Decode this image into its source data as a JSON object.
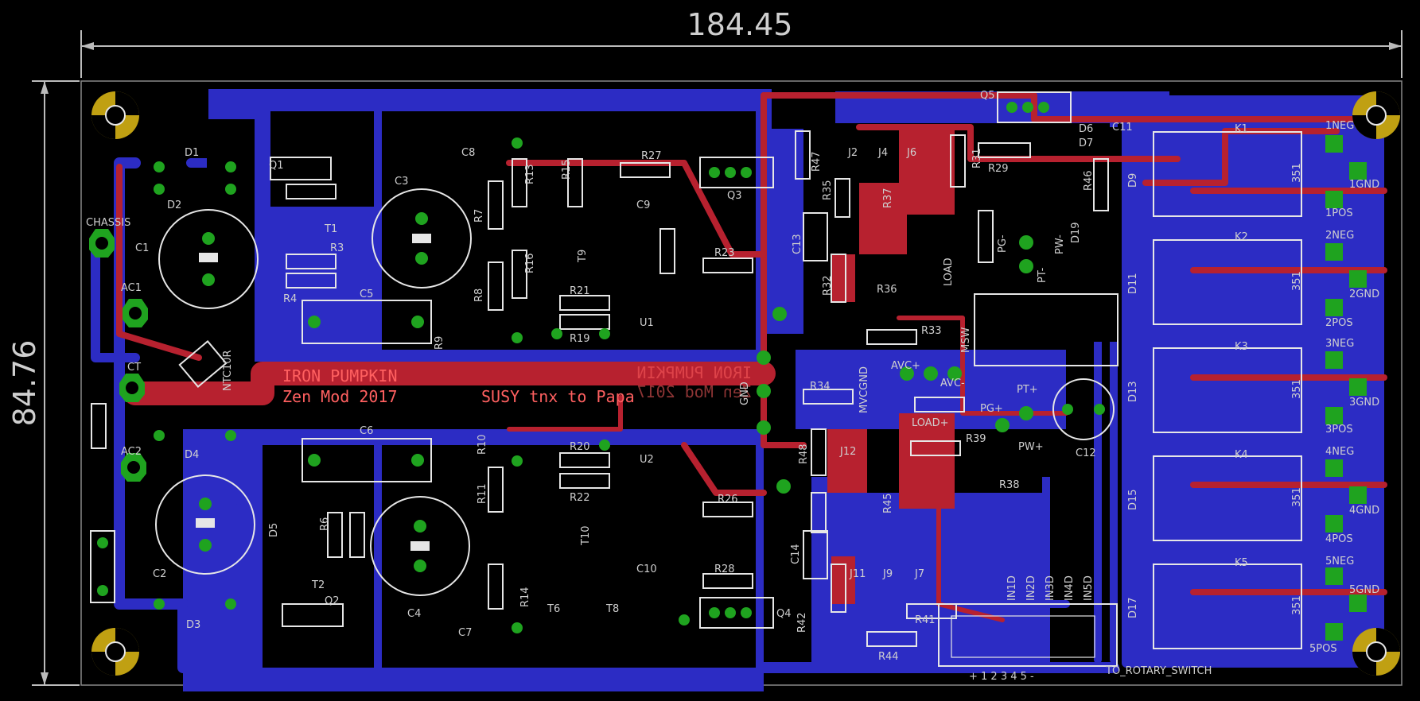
{
  "board": {
    "width_dim": "184.45",
    "height_dim": "84.76",
    "title": "IRON PUMPKIN",
    "subtitle": "Zen Mod 2017",
    "credit": "SUSY tnx to Papa",
    "mirror_title": "IRON PUMPKIN",
    "mirror_subtitle": "Zen Mod 2017",
    "rotary": "TO_ROTARY_SWITCH",
    "rotary_pins": "+ 1 2 3 4 5 -"
  },
  "colors": {
    "background": "#000000",
    "bottom_copper": "#2c2cc4",
    "top_copper": "#b7212f",
    "pad": "#1fa31f",
    "mounting": "#c0a012",
    "silkscreen": "#e6e6e6"
  },
  "labels": {
    "chassis": "CHASSIS",
    "ac1": "AC1",
    "ac2": "AC2",
    "ct": "CT",
    "ntc": "NTC10R",
    "c1": "C1",
    "c2": "C2",
    "c3": "C3",
    "c4": "C4",
    "c5": "C5",
    "c6": "C6",
    "c7": "C7",
    "c8": "C8",
    "c9": "C9",
    "c10": "C10",
    "c11": "C11",
    "c12": "C12",
    "c13": "C13",
    "c14": "C14",
    "d1": "D1",
    "d2": "D2",
    "d3": "D3",
    "d4": "D4",
    "d5": "D5",
    "d6": "D6",
    "d7": "D7",
    "d9": "D9",
    "d11": "D11",
    "d13": "D13",
    "d15": "D15",
    "d17": "D17",
    "d19": "D19",
    "r3": "R3",
    "r4": "R4",
    "r6": "R6",
    "r7": "R7",
    "r8": "R8",
    "r9": "R9",
    "r10": "R10",
    "r11": "R11",
    "r13": "R13",
    "r14": "R14",
    "r15": "R15",
    "r16": "R16",
    "r19": "R19",
    "r20": "R20",
    "r21": "R21",
    "r22": "R22",
    "r23": "R23",
    "r26": "R26",
    "r27": "R27",
    "r28": "R28",
    "r29": "R29",
    "r31": "R31",
    "r32": "R32",
    "r33": "R33",
    "r34": "R34",
    "r35": "R35",
    "r36": "R36",
    "r37": "R37",
    "r38": "R38",
    "r39": "R39",
    "r41": "R41",
    "r42": "R42",
    "r44": "R44",
    "r45": "R45",
    "r46": "R46",
    "r47": "R47",
    "r48": "R48",
    "q1": "Q1",
    "q2": "Q2",
    "q3": "Q3",
    "q4": "Q4",
    "q5": "Q5",
    "t1": "T1",
    "t2": "T2",
    "t6": "T6",
    "t8": "T8",
    "t9": "T9",
    "t10": "T10",
    "u1": "U1",
    "u2": "U2",
    "j2": "J2",
    "j4": "J4",
    "j6": "J6",
    "j7": "J7",
    "j9": "J9",
    "j11": "J11",
    "j12": "J12",
    "gnd": "GND",
    "mvcgnd": "MVCGND",
    "avc_pos": "AVC+",
    "avc_neg": "AVC-",
    "load": "LOAD",
    "load_pos": "LOAD+",
    "pg_neg": "PG-",
    "pg_pos": "PG+",
    "pt_neg": "PT-",
    "pt_pos": "PT+",
    "pw_neg": "PW-",
    "pw_pos": "PW+",
    "msw": "MSW",
    "in1d": "IN1D",
    "in2d": "IN2D",
    "in3d": "IN3D",
    "in4d": "IN4D",
    "in5d": "IN5D",
    "k1": "K1",
    "k2": "K2",
    "k3": "K3",
    "k4": "K4",
    "k5": "K5",
    "relay_code": "351",
    "out_1neg": "1NEG",
    "out_1gnd": "1GND",
    "out_1pos": "1POS",
    "out_2neg": "2NEG",
    "out_2gnd": "2GND",
    "out_2pos": "2POS",
    "out_3neg": "3NEG",
    "out_3gnd": "3GND",
    "out_3pos": "3POS",
    "out_4neg": "4NEG",
    "out_4gnd": "4GND",
    "out_4pos": "4POS",
    "out_5neg": "5NEG",
    "out_5gnd": "5GND",
    "out_5pos": "5POS"
  }
}
